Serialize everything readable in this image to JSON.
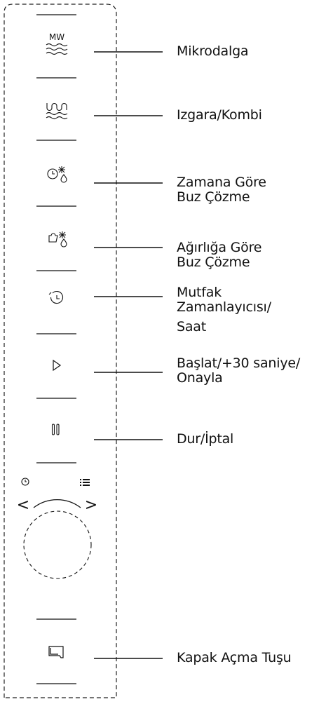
{
  "panel": {
    "buttons": [
      {
        "id": "microwave",
        "icon": "microwave-icon",
        "icon_text": "MW",
        "label_lines": [
          "Mikrodalga"
        ]
      },
      {
        "id": "grill",
        "icon": "grill-combi-icon",
        "label_lines": [
          "Izgara/Kombi"
        ]
      },
      {
        "id": "time-defrost",
        "icon": "time-defrost-icon",
        "label_lines": [
          "Zamana Göre",
          "Buz Çözme"
        ]
      },
      {
        "id": "weight-defrost",
        "icon": "weight-defrost-icon",
        "label_lines": [
          "Ağırlığa Göre",
          "Buz Çözme"
        ]
      },
      {
        "id": "kitchen-timer",
        "icon": "kitchen-timer-icon",
        "label_lines": [
          "Mutfak Zamanlayıcısı/",
          "Saat"
        ],
        "label_justify_words": [
          "Mutfak",
          "Zamanlayıcısı/"
        ]
      },
      {
        "id": "start",
        "icon": "play-icon",
        "label_lines": [
          "Başlat/+30 saniye/",
          "Onayla"
        ]
      },
      {
        "id": "stop",
        "icon": "pause-icon",
        "label_lines": [
          "Dur/İptal"
        ]
      },
      {
        "id": "door-open",
        "icon": "door-open-icon",
        "label_lines": [
          "Kapak Açma Tuşu"
        ]
      }
    ],
    "dial": {
      "left_icon": "clock-icon",
      "right_icon": "menu-list-icon",
      "left_arrow": "<",
      "right_arrow": ">"
    }
  }
}
